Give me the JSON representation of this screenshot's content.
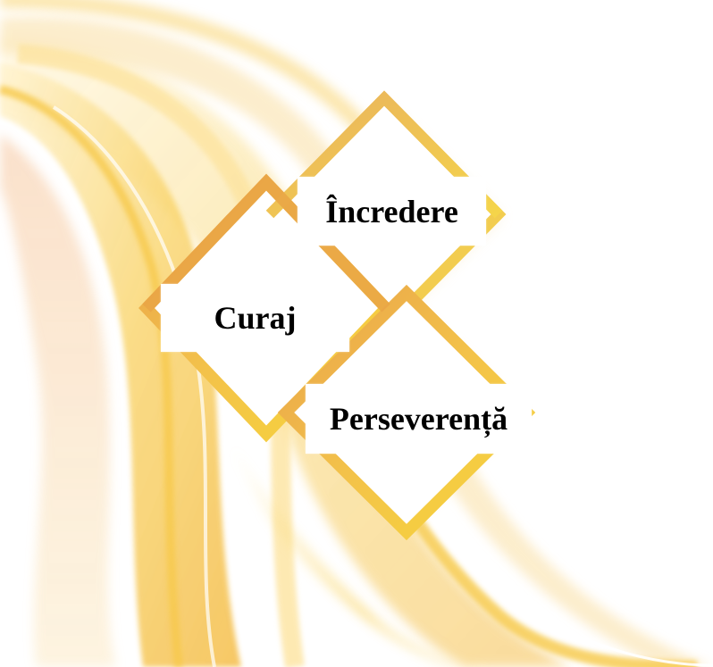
{
  "words": {
    "top": "Încredere",
    "left": "Curaj",
    "bottom": "Perseverență"
  },
  "colors": {
    "background": "#ffffff",
    "gold_light": "#fde9a8",
    "gold_mid": "#f6c440",
    "gold_deep": "#e8a020",
    "peach": "#f3c8a0",
    "text": "#000000"
  }
}
